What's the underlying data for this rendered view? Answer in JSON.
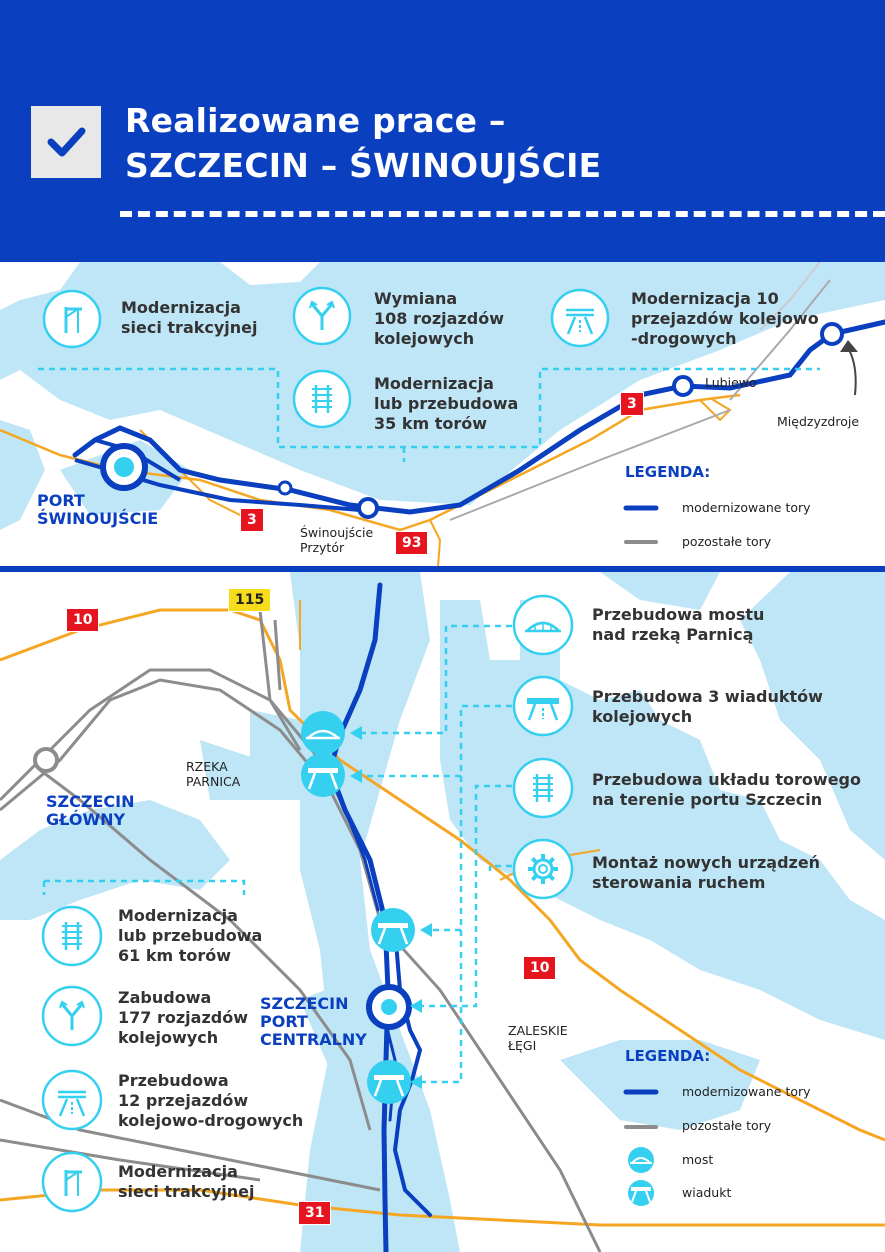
{
  "header": {
    "title_line1": "Realizowane prace –",
    "title_line2": "SZCZECIN – ŚWINOUJŚCIE"
  },
  "colors": {
    "brand_blue": "#0a3fbf",
    "water": "#bfe6f7",
    "accent_cyan": "#35d0f0",
    "road_orange": "#f5a623",
    "other_track": "#8c8c8c",
    "road_badge_red": "#e5141e",
    "road_badge_yellow": "#f6dc1a"
  },
  "top_section": {
    "works": [
      {
        "icon": "catenary-icon",
        "lines": [
          "Modernizacja",
          "sieci trakcyjnej"
        ]
      },
      {
        "icon": "railway-switch-icon",
        "lines": [
          "Wymiana",
          "108 rozjazdów",
          "kolejowych"
        ]
      },
      {
        "icon": "track-icon",
        "lines": [
          "Modernizacja",
          "lub przebudowa",
          "35 km torów"
        ]
      },
      {
        "icon": "level-crossing-icon",
        "lines": [
          "Modernizacja 10",
          "przejazdów kolejowo",
          "-drogowych"
        ]
      }
    ],
    "places": {
      "port": [
        "PORT",
        "ŚWINOUJŚCIE"
      ],
      "przytor": [
        "Świnoujście",
        "Przytór"
      ],
      "lubiewo": "Lubiewo",
      "miedzyzdroje": "Międzyzdroje"
    },
    "roads": [
      "3",
      "3",
      "93"
    ],
    "legend": {
      "title": "LEGENDA:",
      "items": [
        "modernizowane tory",
        "pozostałe tory"
      ]
    }
  },
  "bottom_section": {
    "callouts": [
      {
        "icon": "bridge-icon",
        "lines": [
          "Przebudowa mostu",
          "nad rzeką Parnicą"
        ]
      },
      {
        "icon": "viaduct-icon",
        "lines": [
          "Przebudowa 3 wiaduktów",
          "kolejowych"
        ]
      },
      {
        "icon": "track-icon",
        "lines": [
          "Przebudowa układu torowego",
          "na terenie portu Szczecin"
        ]
      },
      {
        "icon": "gear-icon",
        "lines": [
          "Montaż nowych urządzeń",
          "sterowania ruchem"
        ]
      }
    ],
    "works": [
      {
        "icon": "track-icon",
        "lines": [
          "Modernizacja",
          "lub przebudowa",
          "61 km torów"
        ]
      },
      {
        "icon": "railway-switch-icon",
        "lines": [
          "Zabudowa",
          "177 rozjazdów",
          "kolejowych"
        ]
      },
      {
        "icon": "level-crossing-icon",
        "lines": [
          "Przebudowa",
          "12 przejazdów",
          "kolejowo-drogowych"
        ]
      },
      {
        "icon": "catenary-icon",
        "lines": [
          "Modernizacja",
          "sieci trakcyjnej"
        ]
      }
    ],
    "places": {
      "glowny": [
        "SZCZECIN",
        "GŁÓWNY"
      ],
      "port_centralny": [
        "SZCZECIN",
        "PORT",
        "CENTRALNY"
      ],
      "parnica": [
        "RZEKA",
        "PARNICA"
      ],
      "zaleskie": [
        "ZALESKIE",
        "ŁĘGI"
      ]
    },
    "roads": [
      "10",
      "115",
      "10",
      "31"
    ],
    "legend": {
      "title": "LEGENDA:",
      "items": [
        "modernizowane tory",
        "pozostałe tory",
        "most",
        "wiadukt"
      ]
    }
  }
}
